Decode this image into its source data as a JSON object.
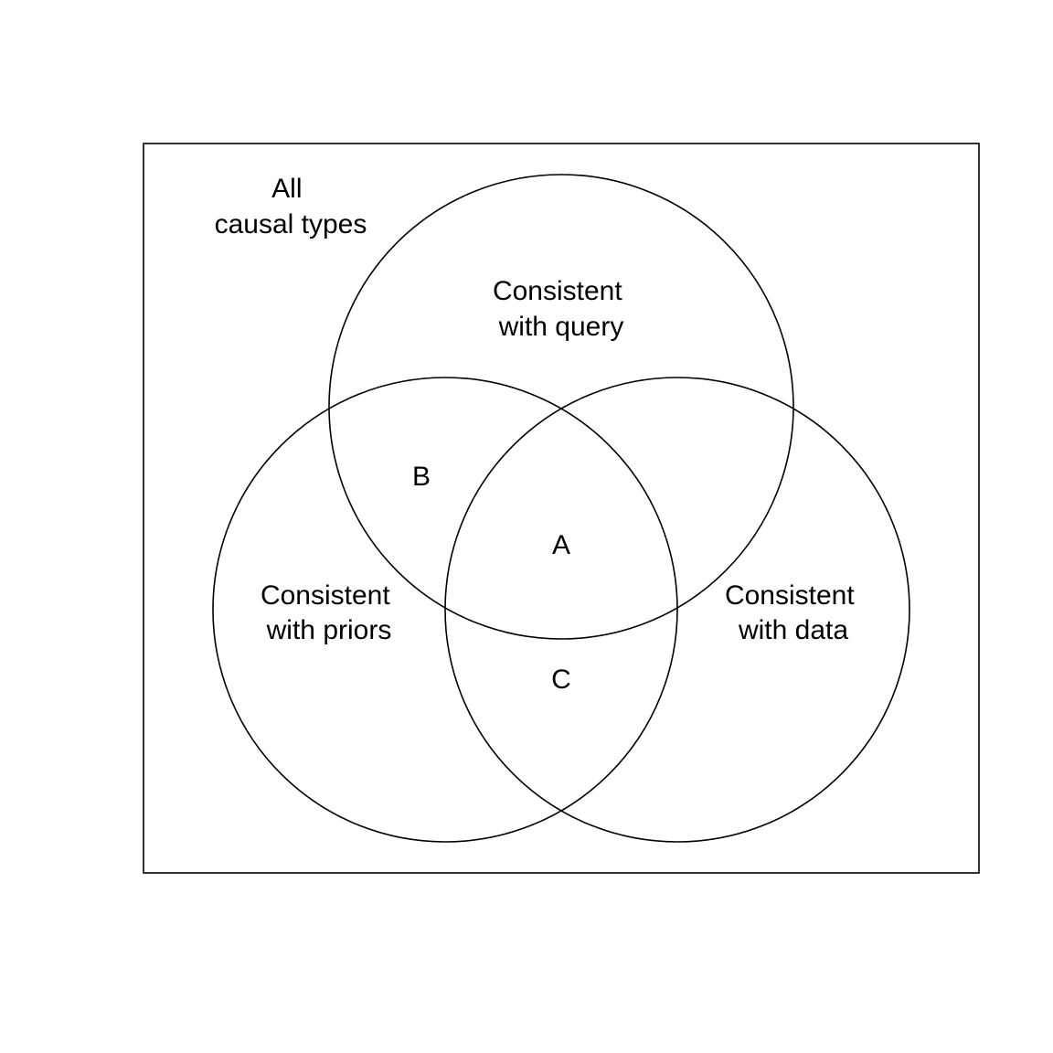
{
  "universe": {
    "label_line1": "All",
    "label_line2": "causal types"
  },
  "sets": [
    {
      "id": "query",
      "line1": "Consistent",
      "line2": "with query"
    },
    {
      "id": "priors",
      "line1": "Consistent",
      "line2": "with priors"
    },
    {
      "id": "data",
      "line1": "Consistent",
      "line2": "with data"
    }
  ],
  "regions": {
    "a": "A",
    "b": "B",
    "c": "C"
  },
  "colors": {
    "stroke": "#000000",
    "background": "#ffffff",
    "text": "#000000"
  }
}
